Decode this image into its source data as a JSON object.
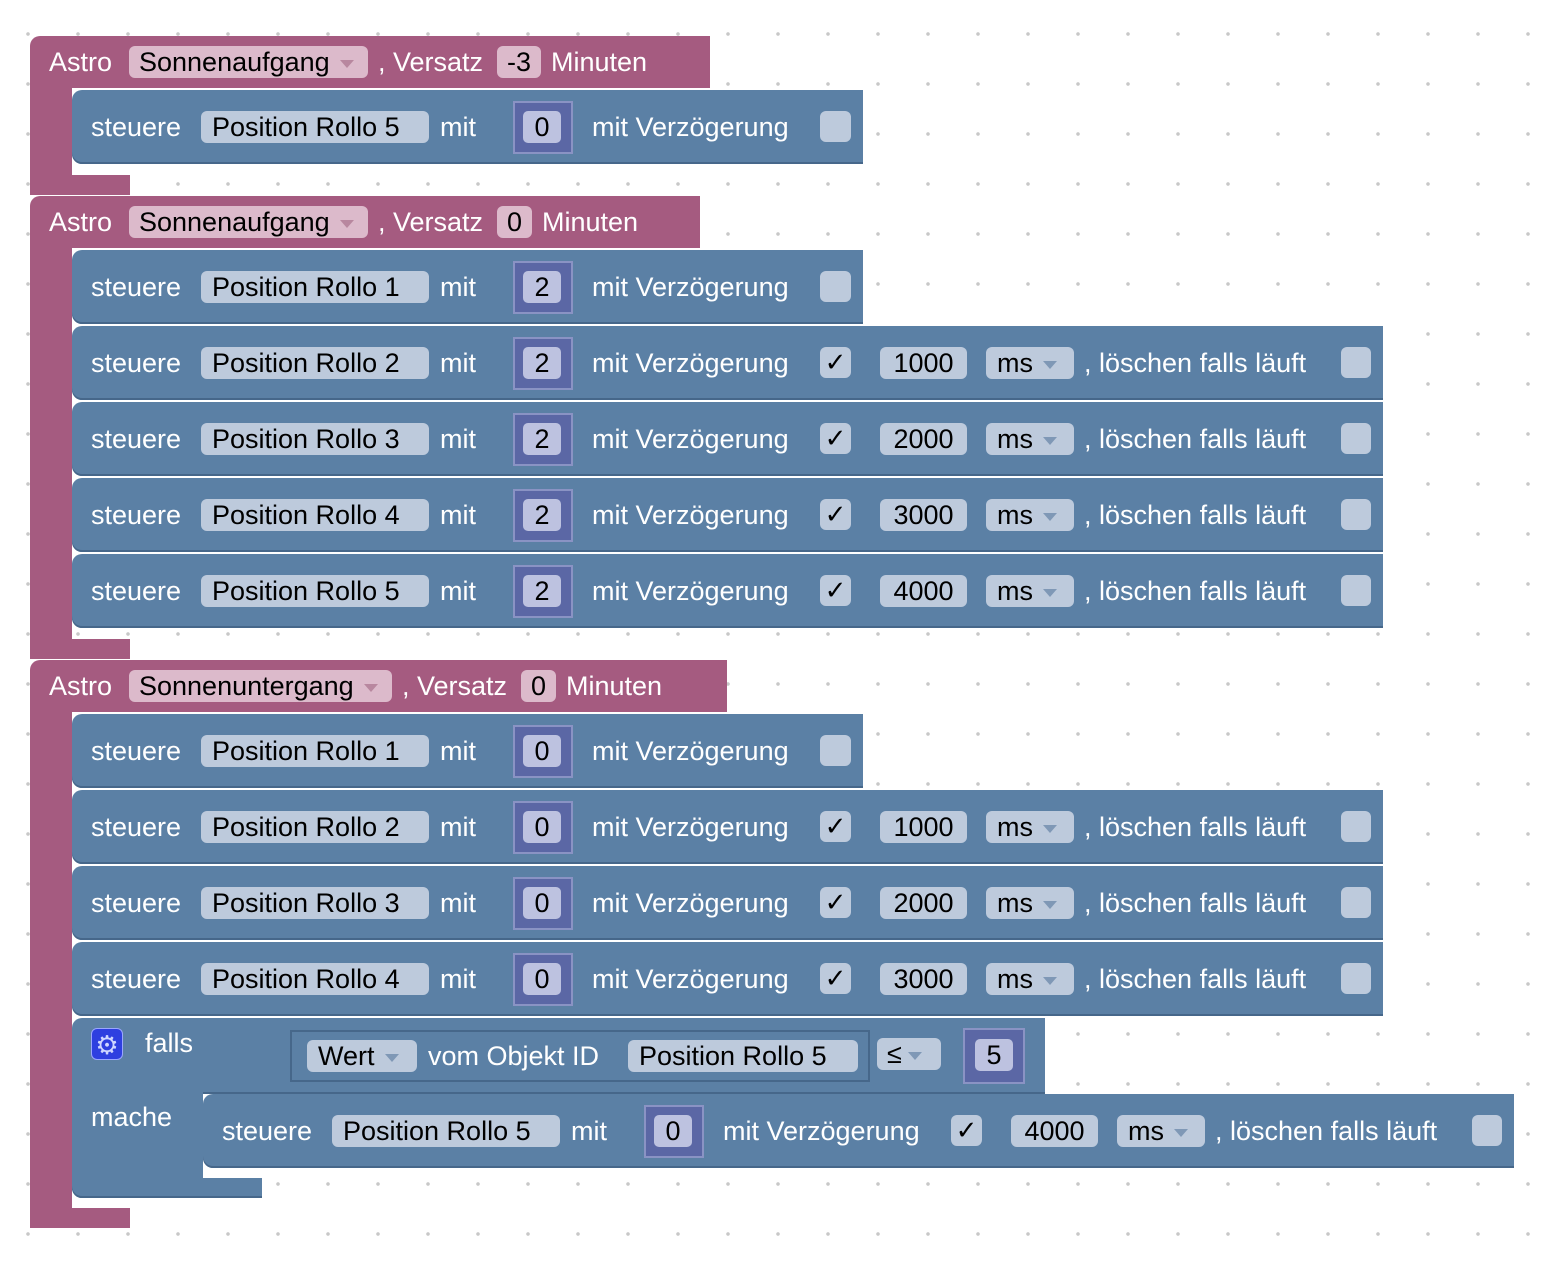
{
  "colors": {
    "astro": "#a55b80",
    "control": "#5b80a5",
    "value": "#5b67a5",
    "logic_gear": "#2e3fe0"
  },
  "sections": [
    {
      "astro": {
        "label": "Astro",
        "event": "Sonnenaufgang",
        "versatz_label": ", Versatz",
        "offset": "-3",
        "unit": "Minuten"
      },
      "rows": [
        {
          "steuere": "steuere",
          "target": "Position Rollo 5",
          "mit": "mit",
          "value": "0",
          "delay_label": "mit Verzögerung",
          "delay_checked": false
        }
      ]
    },
    {
      "astro": {
        "label": "Astro",
        "event": "Sonnenaufgang",
        "versatz_label": ", Versatz",
        "offset": "0",
        "unit": "Minuten"
      },
      "rows": [
        {
          "steuere": "steuere",
          "target": "Position Rollo 1",
          "mit": "mit",
          "value": "2",
          "delay_label": "mit Verzögerung",
          "delay_checked": false
        },
        {
          "steuere": "steuere",
          "target": "Position Rollo 2",
          "mit": "mit",
          "value": "2",
          "delay_label": "mit Verzögerung",
          "delay_checked": true,
          "check_mark": "✓",
          "delay_ms": "1000",
          "delay_unit": "ms",
          "clear_label": ", löschen falls läuft",
          "clear_checked": false
        },
        {
          "steuere": "steuere",
          "target": "Position Rollo 3",
          "mit": "mit",
          "value": "2",
          "delay_label": "mit Verzögerung",
          "delay_checked": true,
          "check_mark": "✓",
          "delay_ms": "2000",
          "delay_unit": "ms",
          "clear_label": ", löschen falls läuft",
          "clear_checked": false
        },
        {
          "steuere": "steuere",
          "target": "Position Rollo 4",
          "mit": "mit",
          "value": "2",
          "delay_label": "mit Verzögerung",
          "delay_checked": true,
          "check_mark": "✓",
          "delay_ms": "3000",
          "delay_unit": "ms",
          "clear_label": ", löschen falls läuft",
          "clear_checked": false
        },
        {
          "steuere": "steuere",
          "target": "Position Rollo 5",
          "mit": "mit",
          "value": "2",
          "delay_label": "mit Verzögerung",
          "delay_checked": true,
          "check_mark": "✓",
          "delay_ms": "4000",
          "delay_unit": "ms",
          "clear_label": ", löschen falls läuft",
          "clear_checked": false
        }
      ]
    },
    {
      "astro": {
        "label": "Astro",
        "event": "Sonnenuntergang",
        "versatz_label": ", Versatz",
        "offset": "0",
        "unit": "Minuten"
      },
      "rows": [
        {
          "steuere": "steuere",
          "target": "Position Rollo 1",
          "mit": "mit",
          "value": "0",
          "delay_label": "mit Verzögerung",
          "delay_checked": false
        },
        {
          "steuere": "steuere",
          "target": "Position Rollo 2",
          "mit": "mit",
          "value": "0",
          "delay_label": "mit Verzögerung",
          "delay_checked": true,
          "check_mark": "✓",
          "delay_ms": "1000",
          "delay_unit": "ms",
          "clear_label": ", löschen falls läuft",
          "clear_checked": false
        },
        {
          "steuere": "steuere",
          "target": "Position Rollo 3",
          "mit": "mit",
          "value": "0",
          "delay_label": "mit Verzögerung",
          "delay_checked": true,
          "check_mark": "✓",
          "delay_ms": "2000",
          "delay_unit": "ms",
          "clear_label": ", löschen falls läuft",
          "clear_checked": false
        },
        {
          "steuere": "steuere",
          "target": "Position Rollo 4",
          "mit": "mit",
          "value": "0",
          "delay_label": "mit Verzögerung",
          "delay_checked": true,
          "check_mark": "✓",
          "delay_ms": "3000",
          "delay_unit": "ms",
          "clear_label": ", löschen falls läuft",
          "clear_checked": false
        }
      ],
      "if_block": {
        "falls_label": "falls",
        "mache_label": "mache",
        "condition": {
          "attr": "Wert",
          "from_label": "vom Objekt ID",
          "object": "Position Rollo 5",
          "operator": "≤",
          "compare_value": "5"
        },
        "do_row": {
          "steuere": "steuere",
          "target": "Position Rollo 5",
          "mit": "mit",
          "value": "0",
          "delay_label": "mit Verzögerung",
          "delay_checked": true,
          "check_mark": "✓",
          "delay_ms": "4000",
          "delay_unit": "ms",
          "clear_label": ", löschen falls läuft",
          "clear_checked": false
        }
      }
    }
  ]
}
